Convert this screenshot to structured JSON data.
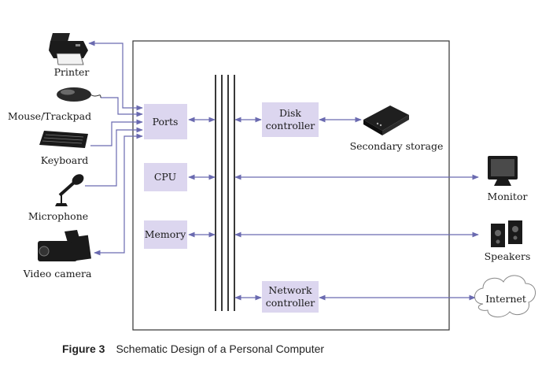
{
  "devices_left": {
    "printer": "Printer",
    "mouse": "Mouse/Trackpad",
    "keyboard": "Keyboard",
    "microphone": "Microphone",
    "video_camera": "Video camera"
  },
  "components": {
    "ports": "Ports",
    "cpu": "CPU",
    "memory": "Memory",
    "disk_controller": [
      "Disk",
      "controller"
    ],
    "network_controller": [
      "Network",
      "controller"
    ]
  },
  "devices_right": {
    "secondary_storage": "Secondary storage",
    "monitor": "Monitor",
    "speakers": "Speakers",
    "internet": "Internet"
  },
  "caption": {
    "label": "Figure 3",
    "text": "Schematic Design of a Personal Computer"
  },
  "colors": {
    "arrow": "#6a6ab0",
    "box_fill": "#dcd6ef",
    "frame": "#333333"
  }
}
